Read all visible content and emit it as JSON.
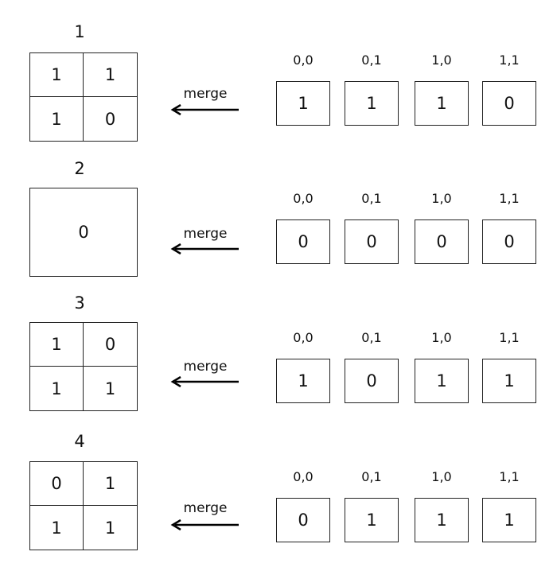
{
  "merge_label": "merge",
  "quadrant_labels": [
    "0,0",
    "0,1",
    "1,0",
    "1,1"
  ],
  "rows": [
    {
      "title": "1",
      "merged": [
        "1",
        "1",
        "1",
        "0"
      ],
      "single": false,
      "quadrants": [
        "1",
        "1",
        "1",
        "0"
      ]
    },
    {
      "title": "2",
      "merged": [
        "0"
      ],
      "single": true,
      "quadrants": [
        "0",
        "0",
        "0",
        "0"
      ]
    },
    {
      "title": "3",
      "merged": [
        "1",
        "0",
        "1",
        "1"
      ],
      "single": false,
      "quadrants": [
        "1",
        "0",
        "1",
        "1"
      ]
    },
    {
      "title": "4",
      "merged": [
        "0",
        "1",
        "1",
        "1"
      ],
      "single": false,
      "quadrants": [
        "0",
        "1",
        "1",
        "1"
      ]
    }
  ]
}
